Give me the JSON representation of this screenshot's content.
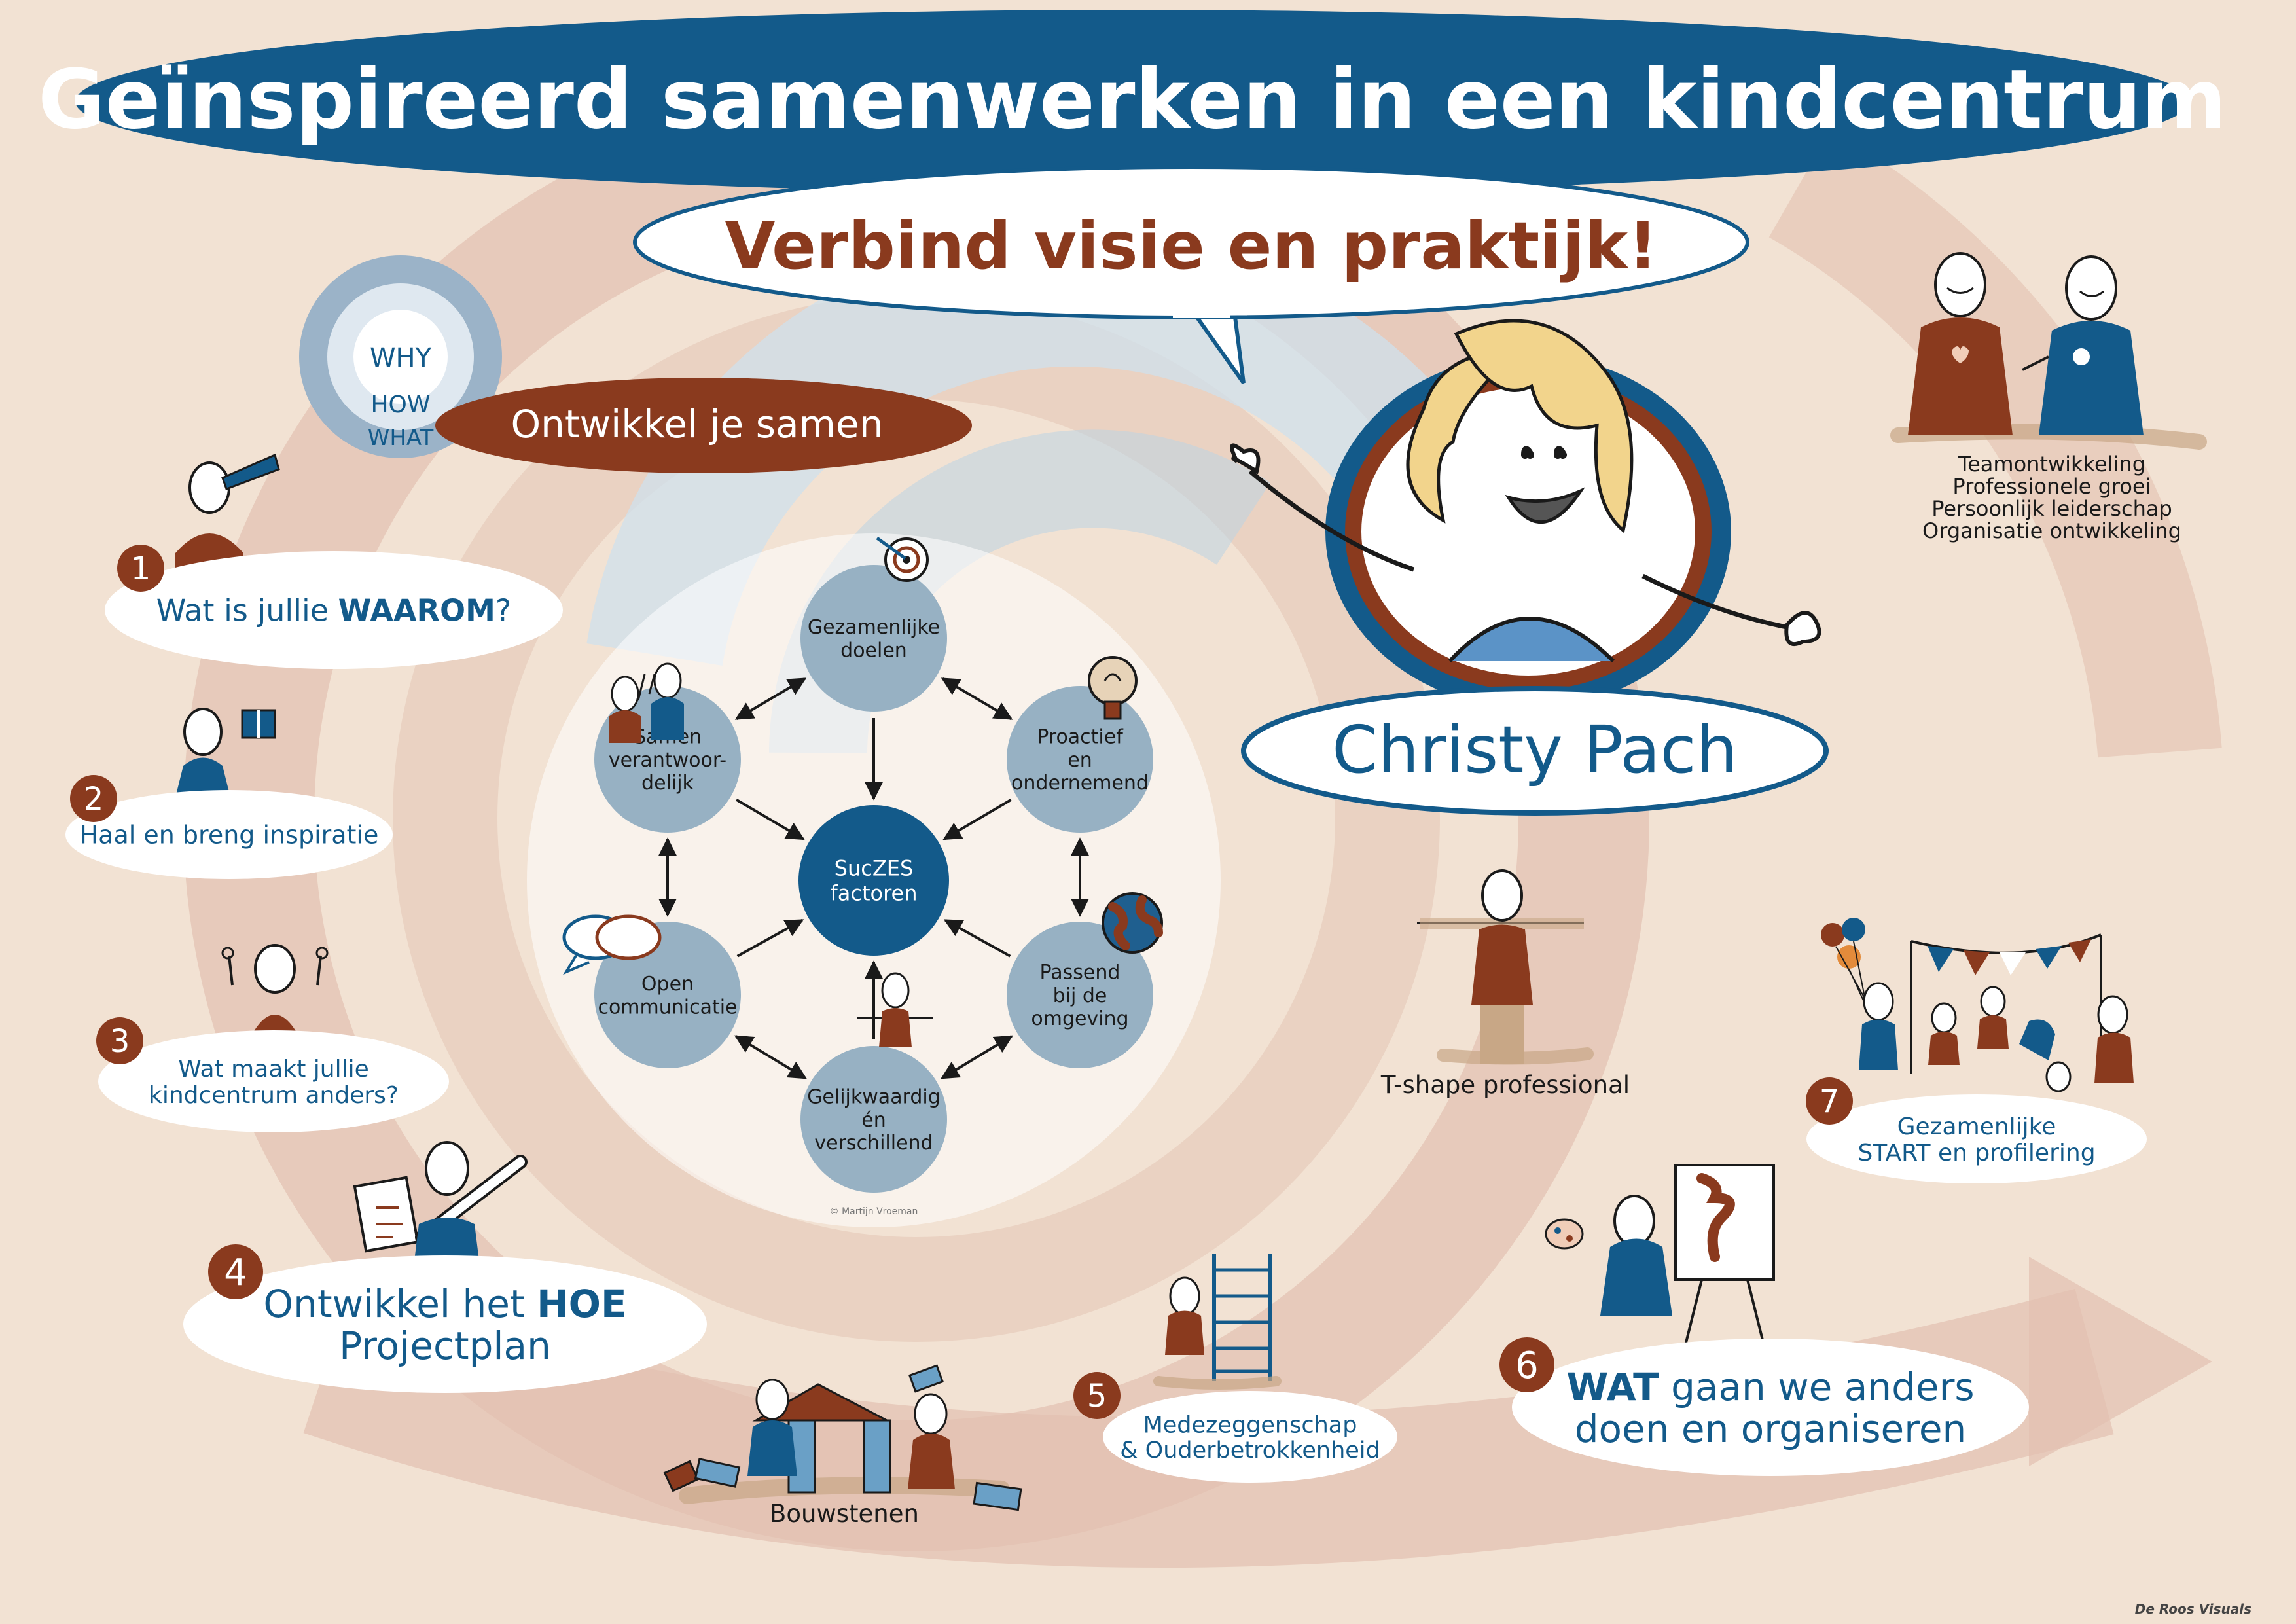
{
  "title": "Geïnspireerd samenwerken in een kindcentrum",
  "subtitle": "Verbind visie en praktijk!",
  "presenter_name": "Christy Pach",
  "golden_circle": {
    "why": "WHY",
    "how": "HOW",
    "what": "WHAT"
  },
  "develop_banner": "Ontwikkel je samen",
  "hexagon": {
    "center": [
      "SucZES",
      "factoren"
    ],
    "nodes": [
      [
        "Gezamenlijke",
        "doelen"
      ],
      [
        "Proactief",
        "en",
        "ondernemend"
      ],
      [
        "Passend",
        "bij de",
        "omgeving"
      ],
      [
        "Gelijkwaardig",
        "én",
        "verschillend"
      ],
      [
        "Open",
        "communicatie"
      ],
      [
        "Samen",
        "verantwoor-",
        "delijk"
      ]
    ],
    "copyright": "© Martijn Vroeman"
  },
  "steps": [
    {
      "number": "1",
      "lines": [
        [
          {
            "t": "Wat is jullie "
          },
          {
            "t": "WAAROM",
            "b": true
          },
          {
            "t": "?"
          }
        ]
      ]
    },
    {
      "number": "2",
      "lines": [
        [
          {
            "t": "Haal en breng inspiratie"
          }
        ]
      ]
    },
    {
      "number": "3",
      "lines": [
        [
          {
            "t": "Wat maakt jullie"
          }
        ],
        [
          {
            "t": "kindcentrum anders?"
          }
        ]
      ]
    },
    {
      "number": "4",
      "lines": [
        [
          {
            "t": "Ontwikkel het "
          },
          {
            "t": "HOE",
            "b": true
          }
        ],
        [
          {
            "t": "Projectplan"
          }
        ]
      ]
    },
    {
      "number": "5",
      "lines": [
        [
          {
            "t": "Medezeggenschap"
          }
        ],
        [
          {
            "t": "& Ouderbetrokkenheid"
          }
        ]
      ]
    },
    {
      "number": "6",
      "lines": [
        [
          {
            "t": "WAT",
            "b": true
          },
          {
            "t": " gaan we anders"
          }
        ],
        [
          {
            "t": "doen en organiseren"
          }
        ]
      ]
    },
    {
      "number": "7",
      "lines": [
        [
          {
            "t": "Gezamenlijke"
          }
        ],
        [
          {
            "t": "START en profilering"
          }
        ]
      ]
    }
  ],
  "team_topics": [
    "Teamontwikkeling",
    "Professionele groei",
    "Persoonlijk leiderschap",
    "Organisatie ontwikkeling"
  ],
  "tshape_label": "T-shape professional",
  "bouwstenen_label": "Bouwstenen",
  "signature": "De Roos Visuals",
  "colors": {
    "navy": "#135a8a",
    "rust": "#8a3a1e",
    "node": "#97b1c3",
    "background": "#f2e2d3"
  }
}
